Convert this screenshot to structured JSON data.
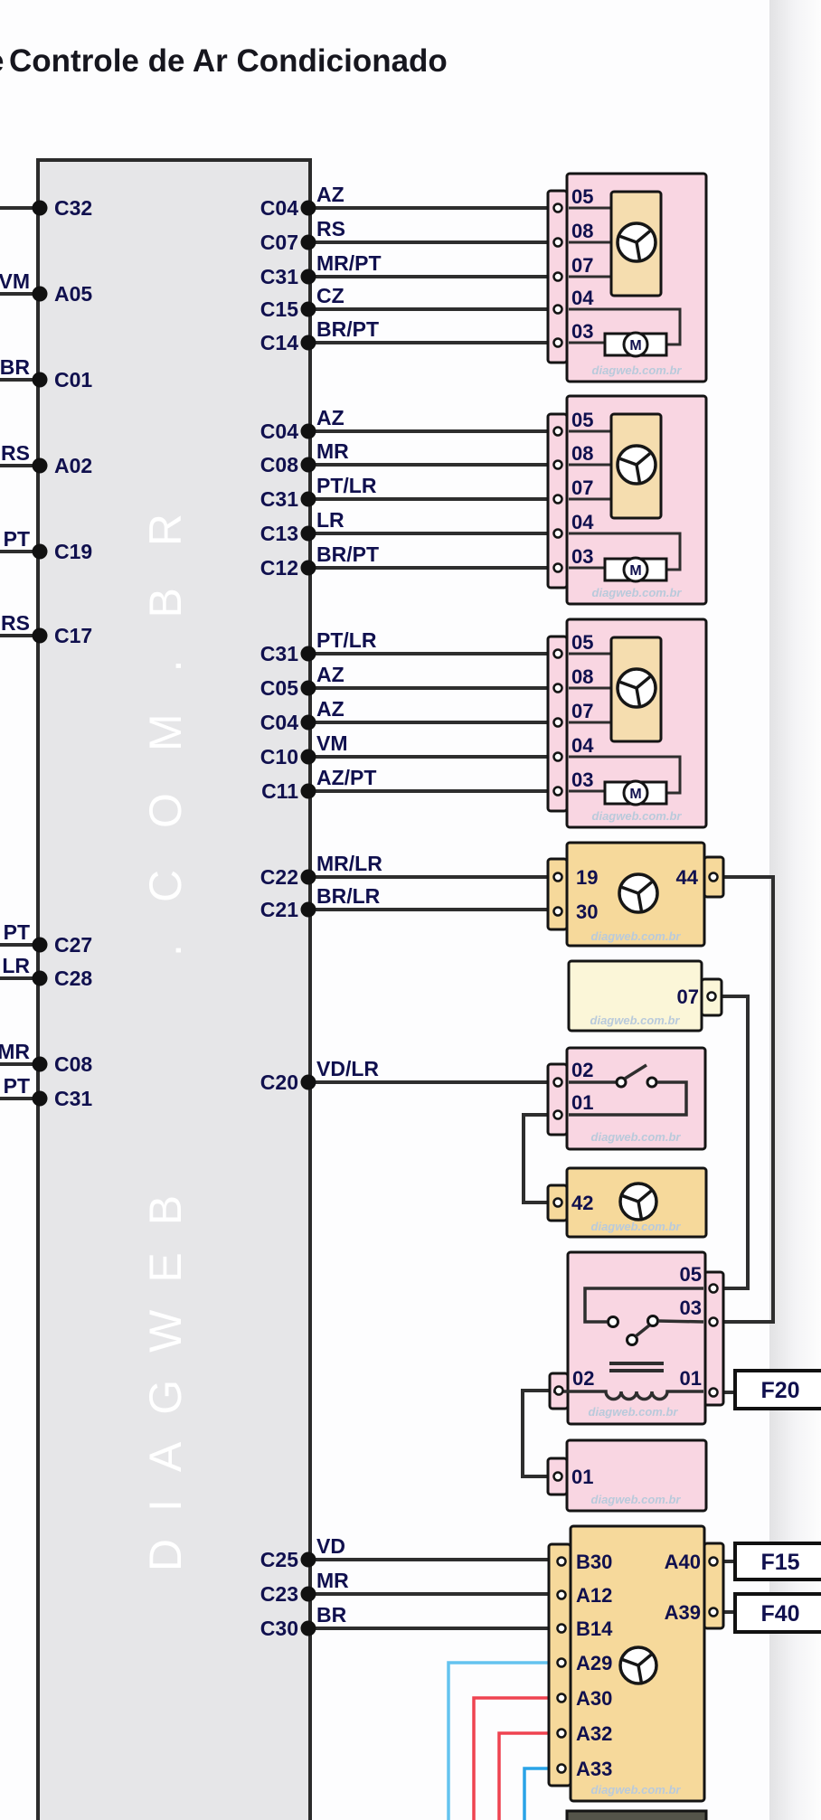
{
  "page": {
    "title": "Controle de Ar Condicionado",
    "title_fragment": "e"
  },
  "module": {
    "watermark_upper": ".COM.BR",
    "watermark_lower": "DIAGWEB",
    "left_pins": [
      {
        "pin": "C32",
        "wire": ""
      },
      {
        "pin": "A05",
        "wire": "VM"
      },
      {
        "pin": "C01",
        "wire": "BR"
      },
      {
        "pin": "A02",
        "wire": "RS"
      },
      {
        "pin": "C19",
        "wire": "PT"
      },
      {
        "pin": "C17",
        "wire": "RS"
      },
      {
        "pin": "C27",
        "wire": "PT"
      },
      {
        "pin": "C28",
        "wire": "LR"
      },
      {
        "pin": "C08",
        "wire": "MR"
      },
      {
        "pin": "C31",
        "wire": "PT"
      }
    ],
    "right_pin_groups": [
      [
        {
          "pin": "C04",
          "wire": "AZ"
        },
        {
          "pin": "C07",
          "wire": "RS"
        },
        {
          "pin": "C31",
          "wire": "MR/PT"
        },
        {
          "pin": "C15",
          "wire": "CZ"
        },
        {
          "pin": "C14",
          "wire": "BR/PT"
        }
      ],
      [
        {
          "pin": "C04",
          "wire": "AZ"
        },
        {
          "pin": "C08",
          "wire": "MR"
        },
        {
          "pin": "C31",
          "wire": "PT/LR"
        },
        {
          "pin": "C13",
          "wire": "LR"
        },
        {
          "pin": "C12",
          "wire": "BR/PT"
        }
      ],
      [
        {
          "pin": "C31",
          "wire": "PT/LR"
        },
        {
          "pin": "C05",
          "wire": "AZ"
        },
        {
          "pin": "C04",
          "wire": "AZ"
        },
        {
          "pin": "C10",
          "wire": "VM"
        },
        {
          "pin": "C11",
          "wire": "AZ/PT"
        }
      ],
      [
        {
          "pin": "C22",
          "wire": "MR/LR"
        },
        {
          "pin": "C21",
          "wire": "BR/LR"
        }
      ],
      [
        {
          "pin": "C20",
          "wire": "VD/LR"
        }
      ],
      [
        {
          "pin": "C25",
          "wire": "VD"
        },
        {
          "pin": "C23",
          "wire": "MR"
        },
        {
          "pin": "C30",
          "wire": "BR"
        }
      ]
    ]
  },
  "components": {
    "blower_resistor_units": [
      {
        "pins": [
          "05",
          "08",
          "07",
          "04",
          "03"
        ],
        "motor": "M"
      },
      {
        "pins": [
          "05",
          "08",
          "07",
          "04",
          "03"
        ],
        "motor": "M"
      },
      {
        "pins": [
          "05",
          "08",
          "07",
          "04",
          "03"
        ],
        "motor": "M"
      }
    ],
    "fan_unit": {
      "left_pins": [
        "19",
        "30"
      ],
      "right_pins": [
        "44"
      ]
    },
    "connector_unit": {
      "right_pins": [
        "07"
      ]
    },
    "switch_unit": {
      "left_pins": [
        "02",
        "01"
      ]
    },
    "motor42_unit": {
      "left_pins": [
        "42"
      ]
    },
    "relay_unit": {
      "right_pins": [
        "05",
        "03",
        "01"
      ],
      "left_pins": [
        "02"
      ]
    },
    "terminal_unit": {
      "left_pins": [
        "01"
      ]
    },
    "control_unit": {
      "left_pins": [
        "B30",
        "A12",
        "B14",
        "A29",
        "A30",
        "A32",
        "A33"
      ],
      "right_pins": [
        "A40",
        "A39"
      ]
    }
  },
  "fuses": [
    {
      "label": "F20"
    },
    {
      "label": "F15"
    },
    {
      "label": "F40"
    }
  ],
  "box_watermark": "diagweb.com.br",
  "colors": {
    "wire": "#2e2e2e",
    "label": "#10104e",
    "pink": "#f9d6e2",
    "tan": "#f6d99b",
    "wheat": "#f5ddaf",
    "cream": "#fbf6d8",
    "module_fill": "#e6e6e8",
    "module_border": "#2b2b2b",
    "watermark": "#b9cadb",
    "wire_cyan": "#64c3ef",
    "wire_red": "#ef4350",
    "wire_blue": "#2aa3e7"
  }
}
